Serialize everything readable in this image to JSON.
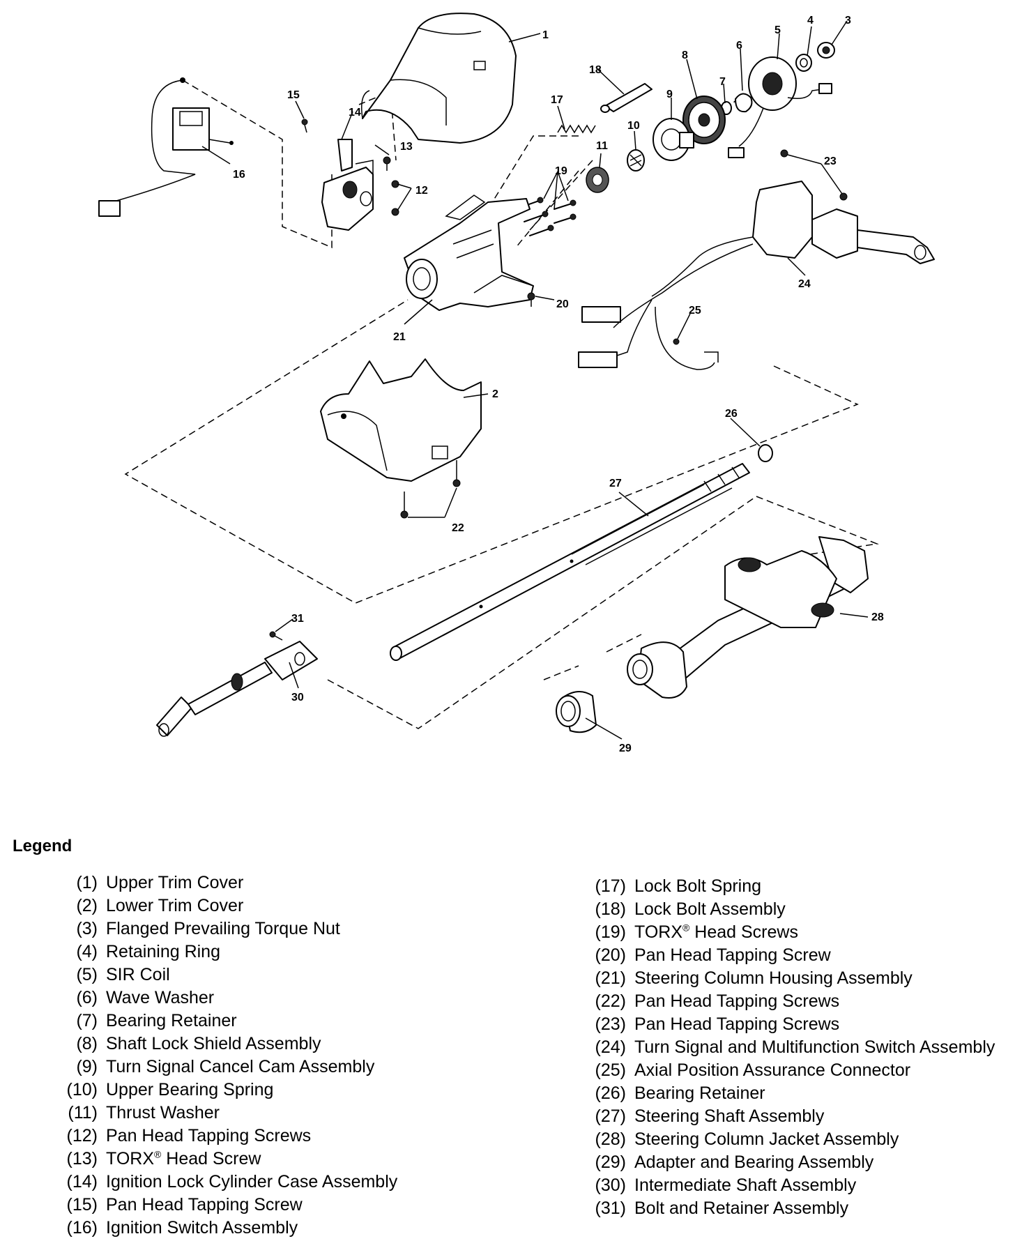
{
  "callouts": [
    "1",
    "2",
    "3",
    "4",
    "5",
    "6",
    "7",
    "8",
    "9",
    "10",
    "11",
    "12",
    "13",
    "14",
    "15",
    "16",
    "17",
    "18",
    "19",
    "20",
    "21",
    "22",
    "23",
    "24",
    "25",
    "26",
    "27",
    "28",
    "29",
    "30",
    "31"
  ],
  "legend": {
    "title": "Legend",
    "items": [
      {
        "num": "(1)",
        "label": "Upper Trim Cover"
      },
      {
        "num": "(2)",
        "label": "Lower Trim Cover"
      },
      {
        "num": "(3)",
        "label": "Flanged Prevailing Torque Nut"
      },
      {
        "num": "(4)",
        "label": "Retaining Ring"
      },
      {
        "num": "(5)",
        "label": "SIR Coil"
      },
      {
        "num": "(6)",
        "label": "Wave Washer"
      },
      {
        "num": "(7)",
        "label": "Bearing Retainer"
      },
      {
        "num": "(8)",
        "label": "Shaft Lock Shield Assembly"
      },
      {
        "num": "(9)",
        "label": "Turn Signal Cancel Cam Assembly"
      },
      {
        "num": "(10)",
        "label": "Upper Bearing Spring"
      },
      {
        "num": "(11)",
        "label": "Thrust Washer"
      },
      {
        "num": "(12)",
        "label": "Pan Head Tapping Screws"
      },
      {
        "num": "(13)",
        "label": "TORX",
        "sup": "®",
        "label_after": " Head Screw"
      },
      {
        "num": "(14)",
        "label": "Ignition Lock Cylinder Case Assembly"
      },
      {
        "num": "(15)",
        "label": "Pan Head Tapping Screw"
      },
      {
        "num": "(16)",
        "label": "Ignition Switch Assembly"
      },
      {
        "num": "(17)",
        "label": "Lock Bolt Spring"
      },
      {
        "num": "(18)",
        "label": "Lock Bolt Assembly"
      },
      {
        "num": "(19)",
        "label": "TORX",
        "sup": "®",
        "label_after": " Head Screws"
      },
      {
        "num": "(20)",
        "label": "Pan Head Tapping Screw"
      },
      {
        "num": "(21)",
        "label": "Steering Column Housing Assembly"
      },
      {
        "num": "(22)",
        "label": "Pan Head Tapping Screws"
      },
      {
        "num": "(23)",
        "label": "Pan Head Tapping Screws"
      },
      {
        "num": "(24)",
        "label": "Turn Signal and Multifunction Switch Assembly"
      },
      {
        "num": "(25)",
        "label": "Axial Position Assurance Connector"
      },
      {
        "num": "(26)",
        "label": "Bearing Retainer"
      },
      {
        "num": "(27)",
        "label": "Steering Shaft Assembly"
      },
      {
        "num": "(28)",
        "label": "Steering Column Jacket Assembly"
      },
      {
        "num": "(29)",
        "label": "Adapter and Bearing Assembly"
      },
      {
        "num": "(30)",
        "label": "Intermediate Shaft Assembly"
      },
      {
        "num": "(31)",
        "label": "Bolt and Retainer Assembly"
      }
    ]
  }
}
